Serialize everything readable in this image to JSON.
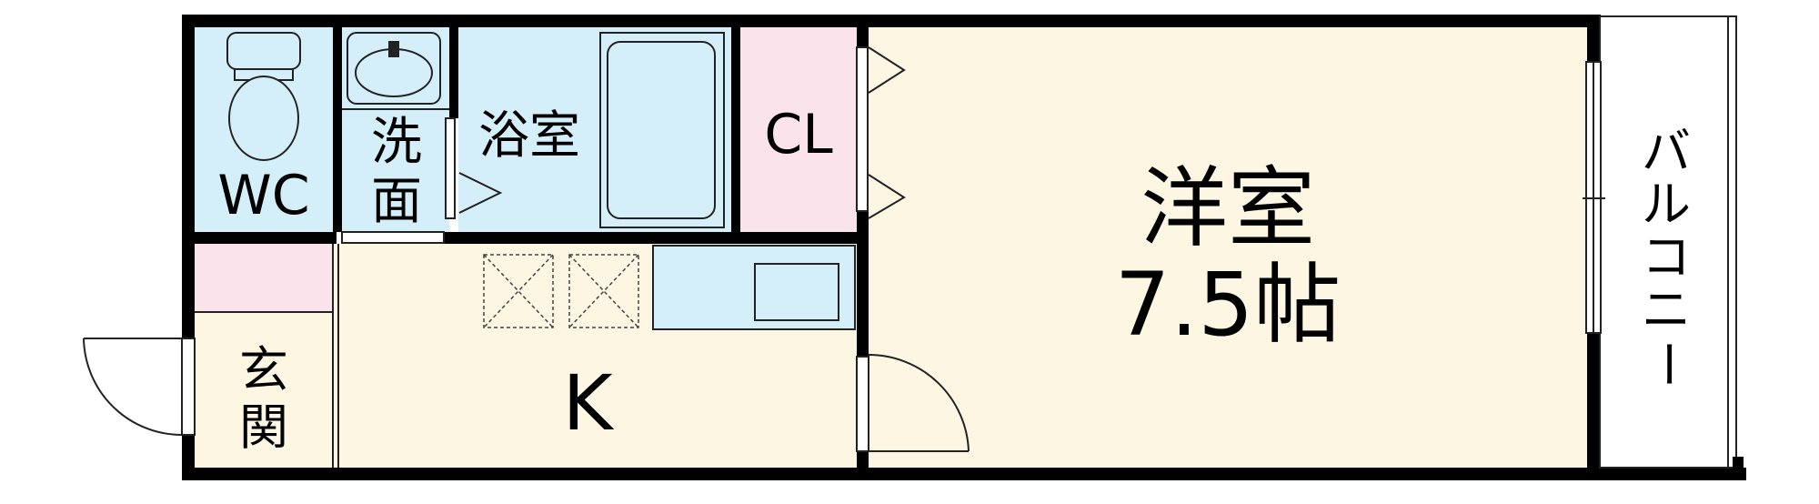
{
  "floor_plan": {
    "rooms": {
      "wc": {
        "label": "WC"
      },
      "washroom": {
        "label_line1": "洗",
        "label_line2": "面"
      },
      "bath": {
        "label": "浴室"
      },
      "closet": {
        "label": "CL"
      },
      "western_room": {
        "label": "洋室",
        "size": "7.5帖"
      },
      "kitchen": {
        "label": "K"
      },
      "entrance": {
        "label_line1": "玄",
        "label_line2": "関"
      },
      "balcony": {
        "label_chars": [
          "バ",
          "ル",
          "コ",
          "ニ",
          "ー"
        ]
      }
    },
    "colors": {
      "wall": "#000000",
      "wet_area": "#d4eefa",
      "closet": "#fbe3ec",
      "floor": "#fdf6e3",
      "balcony": "#ffffff",
      "fixture_stroke": "#222222"
    }
  }
}
